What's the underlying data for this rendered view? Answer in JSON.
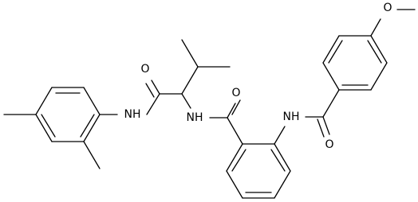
{
  "diagram": {
    "type": "chemical-structure",
    "background_color": "#ffffff",
    "line_color": "#000000",
    "atom_labels": {
      "amide_nh_left": "NH",
      "amide_o_left": "O",
      "amide_nh_center": "NH",
      "amide_o_center": "O",
      "amide_nh_right": "NH",
      "amide_o_right": "O",
      "ether_o": "O"
    }
  }
}
